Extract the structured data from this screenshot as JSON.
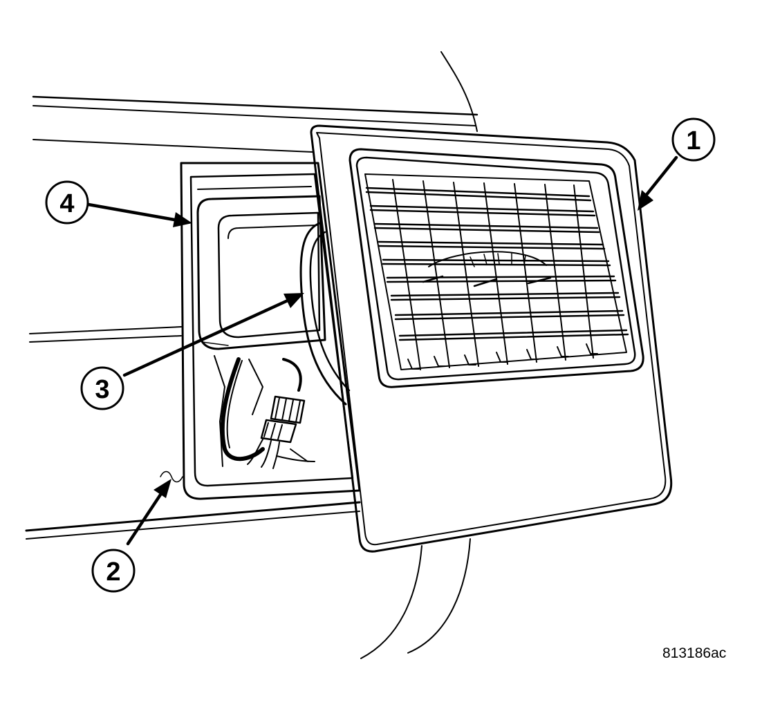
{
  "callouts": [
    {
      "id": "callout-1",
      "label": "1"
    },
    {
      "id": "callout-2",
      "label": "2"
    },
    {
      "id": "callout-3",
      "label": "3"
    },
    {
      "id": "callout-4",
      "label": "4"
    }
  ],
  "figure_id": "813186ac",
  "colors": {
    "line": "#000000",
    "background": "#ffffff"
  }
}
